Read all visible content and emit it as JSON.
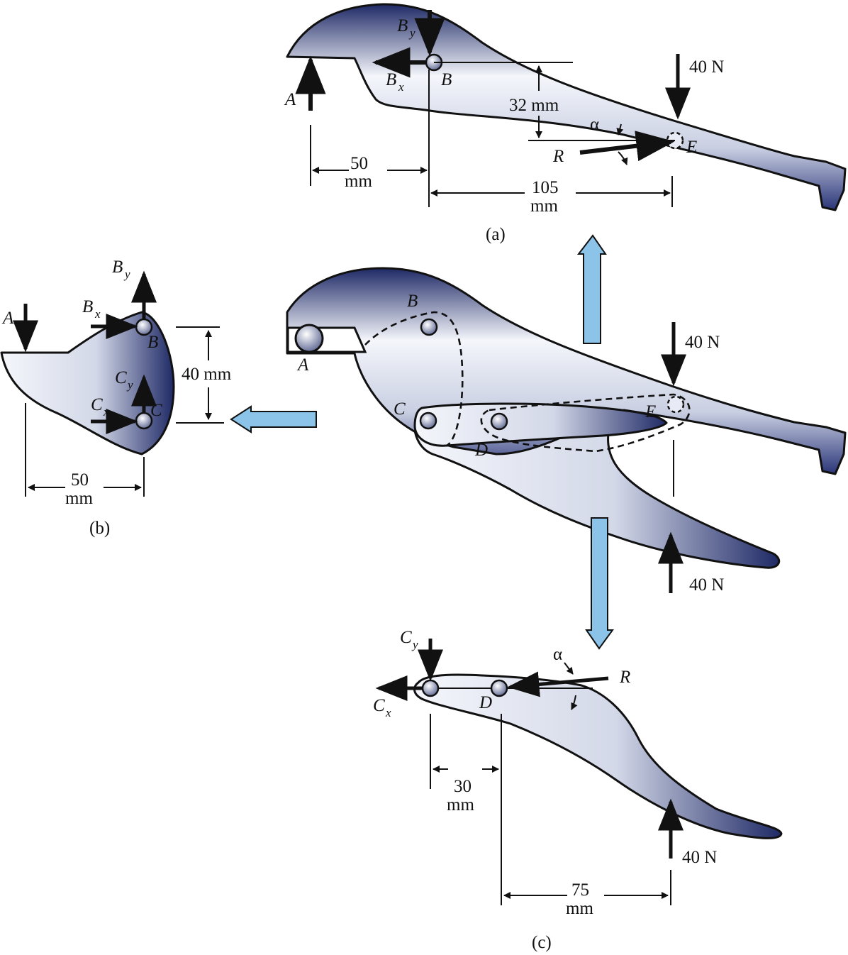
{
  "panels": {
    "a": "(a)",
    "b": "(b)",
    "c": "(c)"
  },
  "labels": {
    "A": "A",
    "B": "B",
    "C": "C",
    "D": "D",
    "E": "E",
    "R": "R",
    "alpha": "α",
    "B_letter": "B",
    "C_letter": "C",
    "x_sub": "x",
    "y_sub": "y"
  },
  "dimensions": {
    "a_32": "32 mm",
    "a_50_num": "50",
    "a_50_unit": "mm",
    "a_105_num": "105",
    "a_105_unit": "mm",
    "b_40": "40 mm",
    "b_50_num": "50",
    "b_50_unit": "mm",
    "c_30_num": "30",
    "c_30_unit": "mm",
    "c_75_num": "75",
    "c_75_unit": "mm"
  },
  "forces": {
    "top_load": "40 N",
    "mid_top_load": "40 N",
    "mid_bottom_load": "40 N",
    "c_load": "40 N"
  },
  "colors": {
    "metal_light": "#f4f6fb",
    "metal_dark": "#1f2a66",
    "arrow_fill": "#8cc3e8"
  }
}
